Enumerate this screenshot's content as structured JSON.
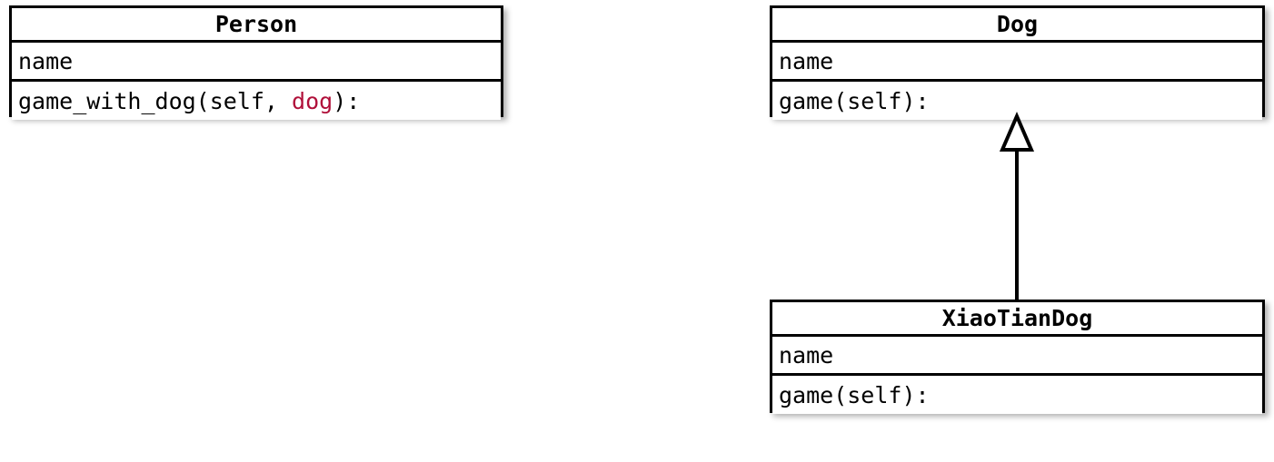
{
  "diagram": {
    "type": "uml-class-diagram",
    "background_color": "#ffffff",
    "line_color": "#000000",
    "highlight_color": "#b0103a"
  },
  "classes": [
    {
      "id": "person",
      "name": "Person",
      "attributes": [
        "name"
      ],
      "methods_prefix": "game_with_dog(self, ",
      "methods_param": "dog",
      "methods_suffix": "):",
      "method_full": "game_with_dog(self, dog):"
    },
    {
      "id": "dog",
      "name": "Dog",
      "attributes": [
        "name"
      ],
      "method_full": "game(self):"
    },
    {
      "id": "xiaotiandog",
      "name": "XiaoTianDog",
      "attributes": [
        "name"
      ],
      "method_full": "game(self):"
    }
  ],
  "relationships": [
    {
      "id": "xiaotiandog-inherits-dog",
      "kind": "generalization",
      "arrow": "hollow-triangle",
      "from": "XiaoTianDog",
      "to": "Dog",
      "label": ""
    }
  ]
}
